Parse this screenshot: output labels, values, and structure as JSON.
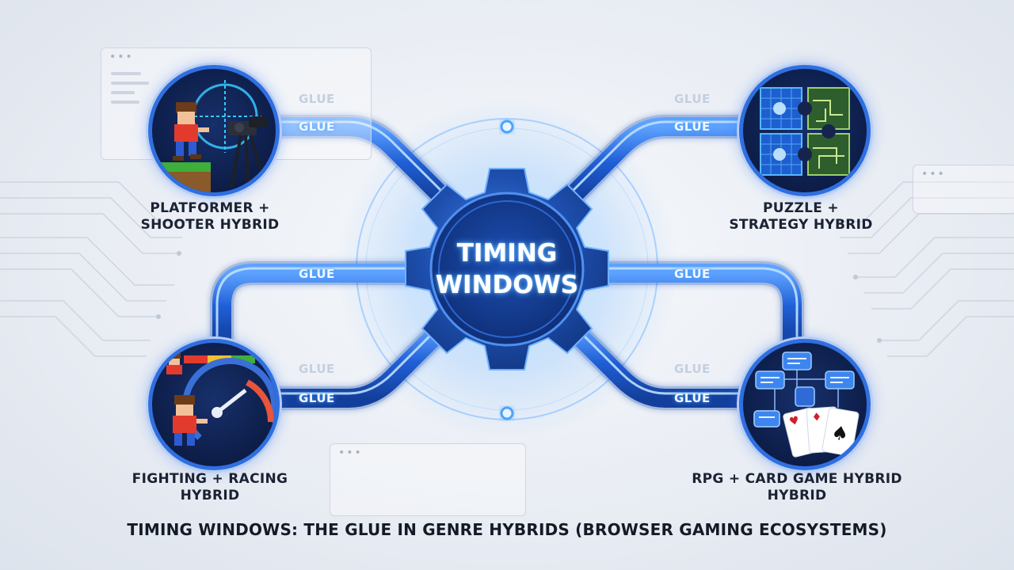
{
  "hub": {
    "title_line1": "TIMING",
    "title_line2": "WINDOWS",
    "color_glow": "#4aa3ff",
    "color_gear": "#1e4fae"
  },
  "connector_label": "GLUE",
  "genres": [
    {
      "id": "platformer-shooter",
      "icon": "pixel-runner-camera-icon",
      "line1": "PLATFORMER +",
      "line2": "SHOOTER HYBRID"
    },
    {
      "id": "puzzle-strategy",
      "icon": "puzzle-grid-icon",
      "line1": "PUZZLE +",
      "line2": "STRATEGY HYBRID"
    },
    {
      "id": "fighting-racing",
      "icon": "speedometer-fighter-icon",
      "line1": "FIGHTING + RACING",
      "line2": "HYBRID"
    },
    {
      "id": "rpg-card",
      "icon": "cards-dialogue-icon",
      "line1": "RPG + CARD GAME HYBRID",
      "line2": "HYBRID"
    }
  ],
  "caption": "TIMING WINDOWS: THE GLUE IN GENRE HYBRIDS (BROWSER GAMING ECOSYSTEMS)",
  "colors": {
    "accent": "#2f6fe0",
    "node_bg": "#0d1d48",
    "text": "#1b2233"
  }
}
